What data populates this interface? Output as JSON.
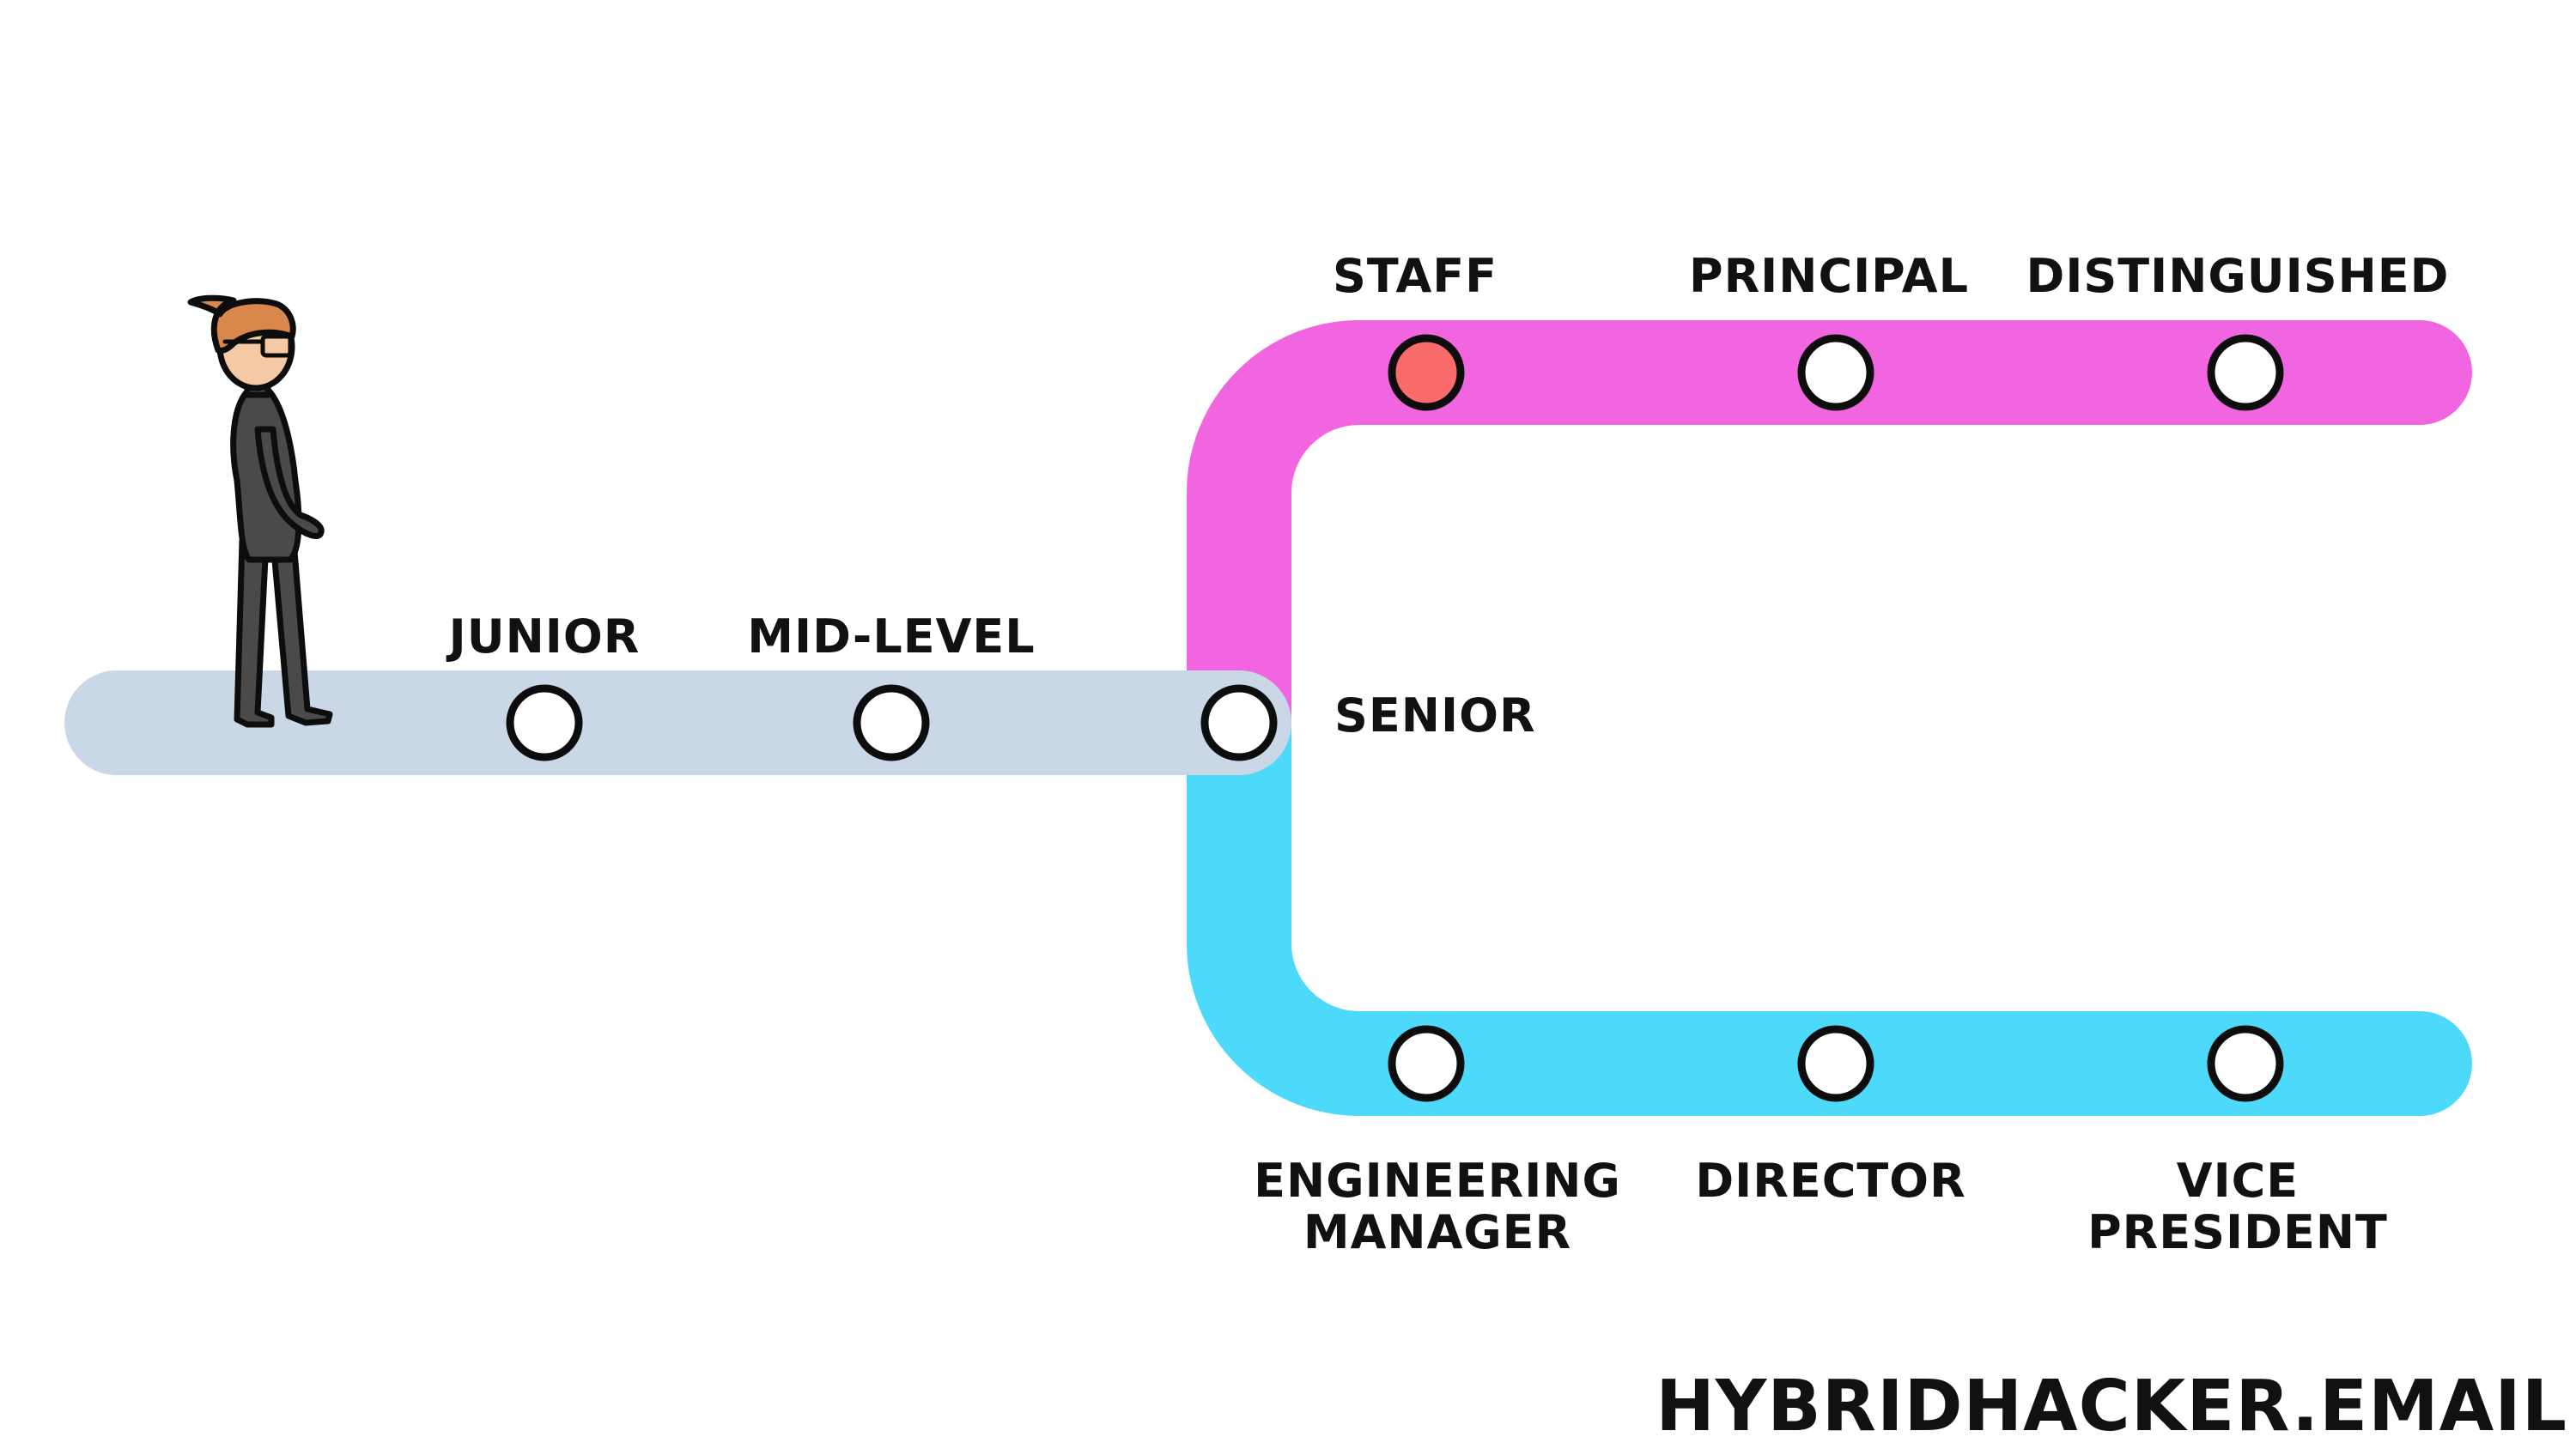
{
  "colors": {
    "ic_track": "#c9d7e6",
    "staff_track": "#f166e0",
    "manager_track": "#4cd9fa",
    "station_fill": "#ffffff",
    "current_station_fill": "#fa6b6b",
    "station_stroke": "#0d0d0d",
    "hair": "#d9874a",
    "skin": "#f4c9a3",
    "suit": "#4a4a4a"
  },
  "ic_track": {
    "stations": [
      {
        "label": "JUNIOR"
      },
      {
        "label": "MID-LEVEL"
      },
      {
        "label": "SENIOR"
      }
    ]
  },
  "staff_track": {
    "stations": [
      {
        "label": "STAFF",
        "current": true
      },
      {
        "label": "PRINCIPAL"
      },
      {
        "label": "DISTINGUISHED"
      }
    ]
  },
  "manager_track": {
    "stations": [
      {
        "label": "ENGINEERING",
        "label2": "MANAGER"
      },
      {
        "label": "DIRECTOR"
      },
      {
        "label": "VICE",
        "label2": "PRESIDENT"
      }
    ]
  },
  "brand": "HYBRIDHACKER.EMAIL",
  "icons": {
    "person": "person-walking-icon"
  }
}
